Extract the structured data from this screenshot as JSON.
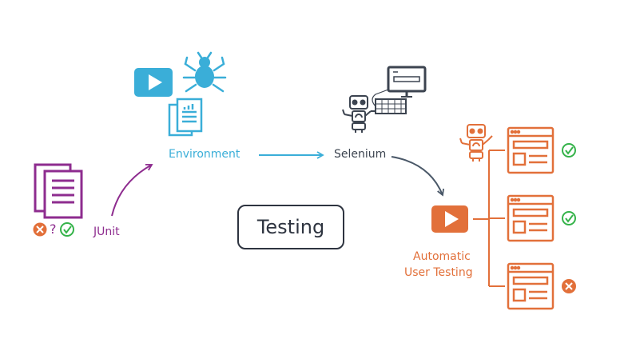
{
  "labels": {
    "environment": "Environment",
    "selenium": "Selenium",
    "junit": "JUnit",
    "junit_question": "?",
    "testing": "Testing",
    "automatic_line1": "Automatic",
    "automatic_line2": "User Testing"
  },
  "colors": {
    "environment_blue": "#3aaed8",
    "junit_purple": "#8e2c8f",
    "automatic_orange": "#e2703a",
    "dark": "#3c4450",
    "success_green": "#35b34a",
    "fail_orange": "#e2703a"
  },
  "icons": {
    "environment": [
      "play-video-icon",
      "bug-icon",
      "documents-icon"
    ],
    "selenium": [
      "robot-icon",
      "monitor-icon",
      "keyboard-icon"
    ],
    "junit": [
      "documents-icon",
      "fail-icon",
      "question-mark",
      "pass-icon"
    ],
    "automatic": [
      "play-video-icon",
      "robot-icon",
      "browser-window-icon"
    ]
  },
  "test_results": [
    {
      "window": "browser-window-1",
      "result": "pass"
    },
    {
      "window": "browser-window-2",
      "result": "pass"
    },
    {
      "window": "browser-window-3",
      "result": "fail"
    }
  ]
}
